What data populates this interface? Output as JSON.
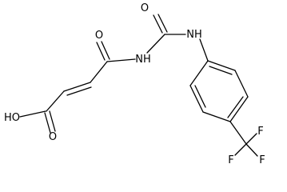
{
  "atoms": {
    "carbonyl_oxygen_left": "O",
    "carbonyl_oxygen_right": "O",
    "imide_nitrogen": "NH",
    "anilide_nitrogen": "NH",
    "hydroxyl": "HO",
    "acid_carbonyl_oxygen": "O",
    "fluorine_top": "F",
    "fluorine_left": "F",
    "fluorine_right": "F"
  }
}
